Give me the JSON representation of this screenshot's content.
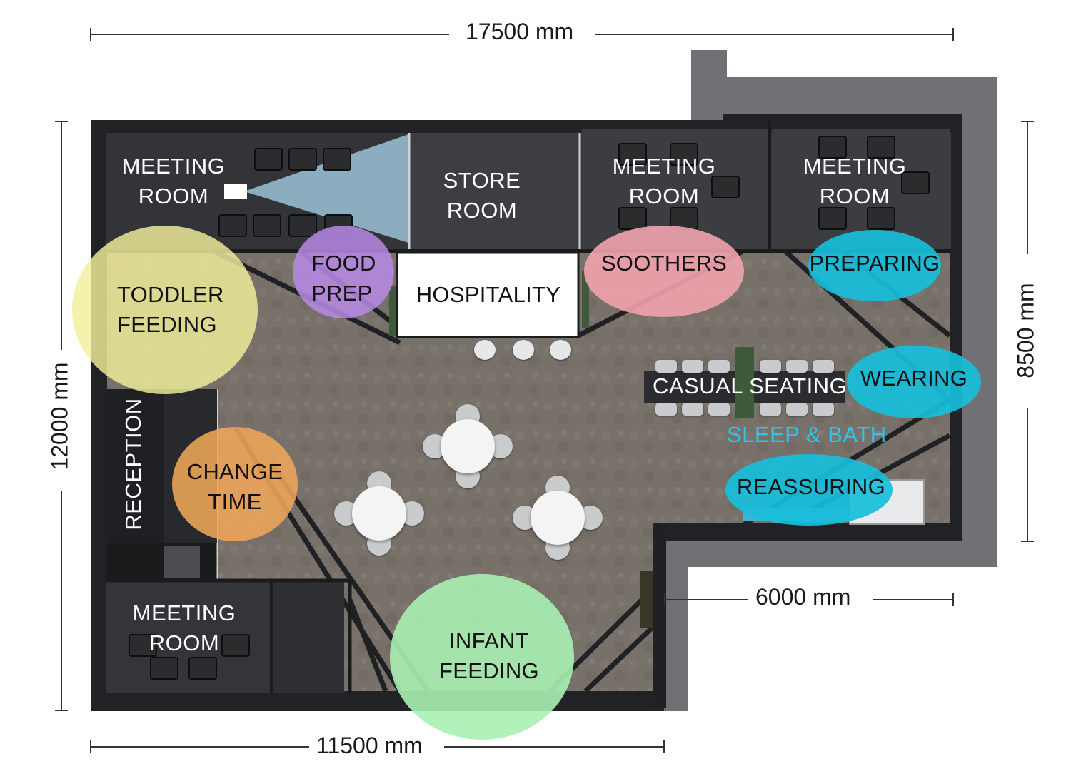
{
  "dimensions": {
    "top": "17500 mm",
    "bottom": "11500 mm",
    "left": "12000 mm",
    "right": "8500 mm",
    "inner": "6000 mm"
  },
  "rooms": {
    "meeting_tl": "MEETING\nROOM",
    "store": "STORE\nROOM",
    "meeting_tc": "MEETING\nROOM",
    "meeting_tr": "MEETING\nROOM",
    "meeting_bl": "MEETING\nROOM",
    "reception": "RECEPTION",
    "hospitality": "HOSPITALITY",
    "casual_seating": "CASUAL SEATING",
    "sleep_bath": "SLEEP & BATH"
  },
  "zones": {
    "toddler_feeding": "TODDLER\nFEEDING",
    "food_prep": "FOOD\nPREP",
    "soothers": "SOOTHERS",
    "preparing": "PREPARING",
    "wearing": "WEARING",
    "reassuring": "REASSURING",
    "change_time": "CHANGE\nTIME",
    "infant_feeding": "INFANT\nFEEDING"
  },
  "colors": {
    "yellow": "#f2ef9a",
    "purple": "#b98ae6",
    "pink": "#f2a3ad",
    "cyan": "#18bedb",
    "orange": "#efa659",
    "green": "#a9f0b3",
    "wall": "#27292c",
    "floor": "#7a746c",
    "grey_wall": "#6f7175"
  }
}
